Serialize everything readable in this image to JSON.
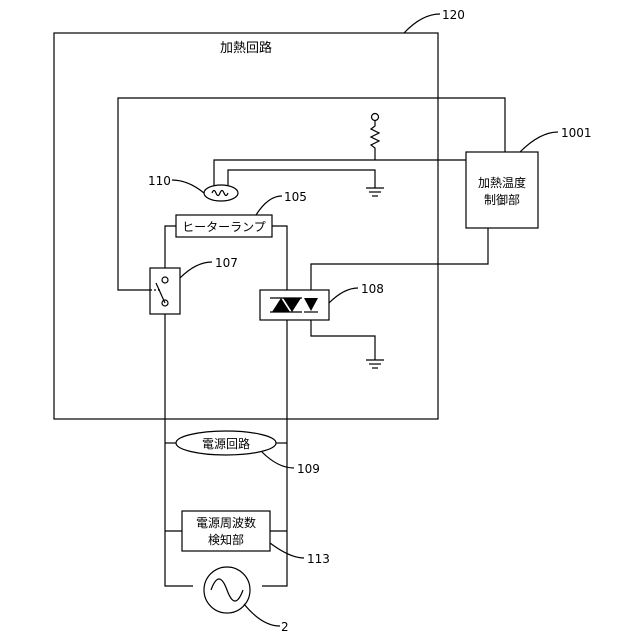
{
  "labels": {
    "heating_circuit_ref": "120",
    "heating_circuit": "加熱回路",
    "controller_ref": "1001",
    "controller_line1": "加熱温度",
    "controller_line2": "制御部",
    "thermistor_ref": "110",
    "heater_ref": "105",
    "heater": "ヒーターランプ",
    "relay_ref": "107",
    "triac_ref": "108",
    "power_circuit": "電源回路",
    "power_circuit_ref": "109",
    "freq_detector_line1": "電源周波数",
    "freq_detector_line2": "検知部",
    "freq_detector_ref": "113",
    "ac_source_ref": "2"
  }
}
